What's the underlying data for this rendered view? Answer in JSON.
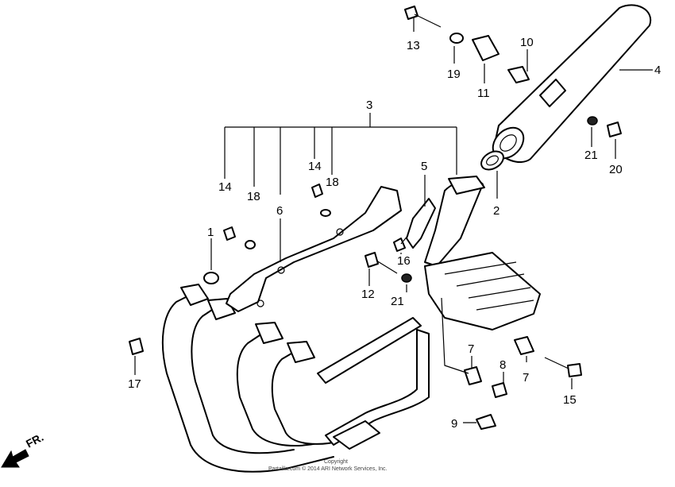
{
  "callouts": {
    "c1": "1",
    "c2": "2",
    "c3": "3",
    "c4": "4",
    "c5": "5",
    "c6": "6",
    "c7a": "7",
    "c7b": "7",
    "c8": "8",
    "c9": "9",
    "c10": "10",
    "c11": "11",
    "c12": "12",
    "c13": "13",
    "c14a": "14",
    "c14b": "14",
    "c15": "15",
    "c16": "16",
    "c17": "17",
    "c18a": "18",
    "c18b": "18",
    "c19": "19",
    "c20": "20",
    "c21a": "21",
    "c21b": "21"
  },
  "front_marker": "FR.",
  "copyright": {
    "line1": "Copyright",
    "line2": "Partzilla.com © 2014 ARI Network Services, Inc."
  }
}
